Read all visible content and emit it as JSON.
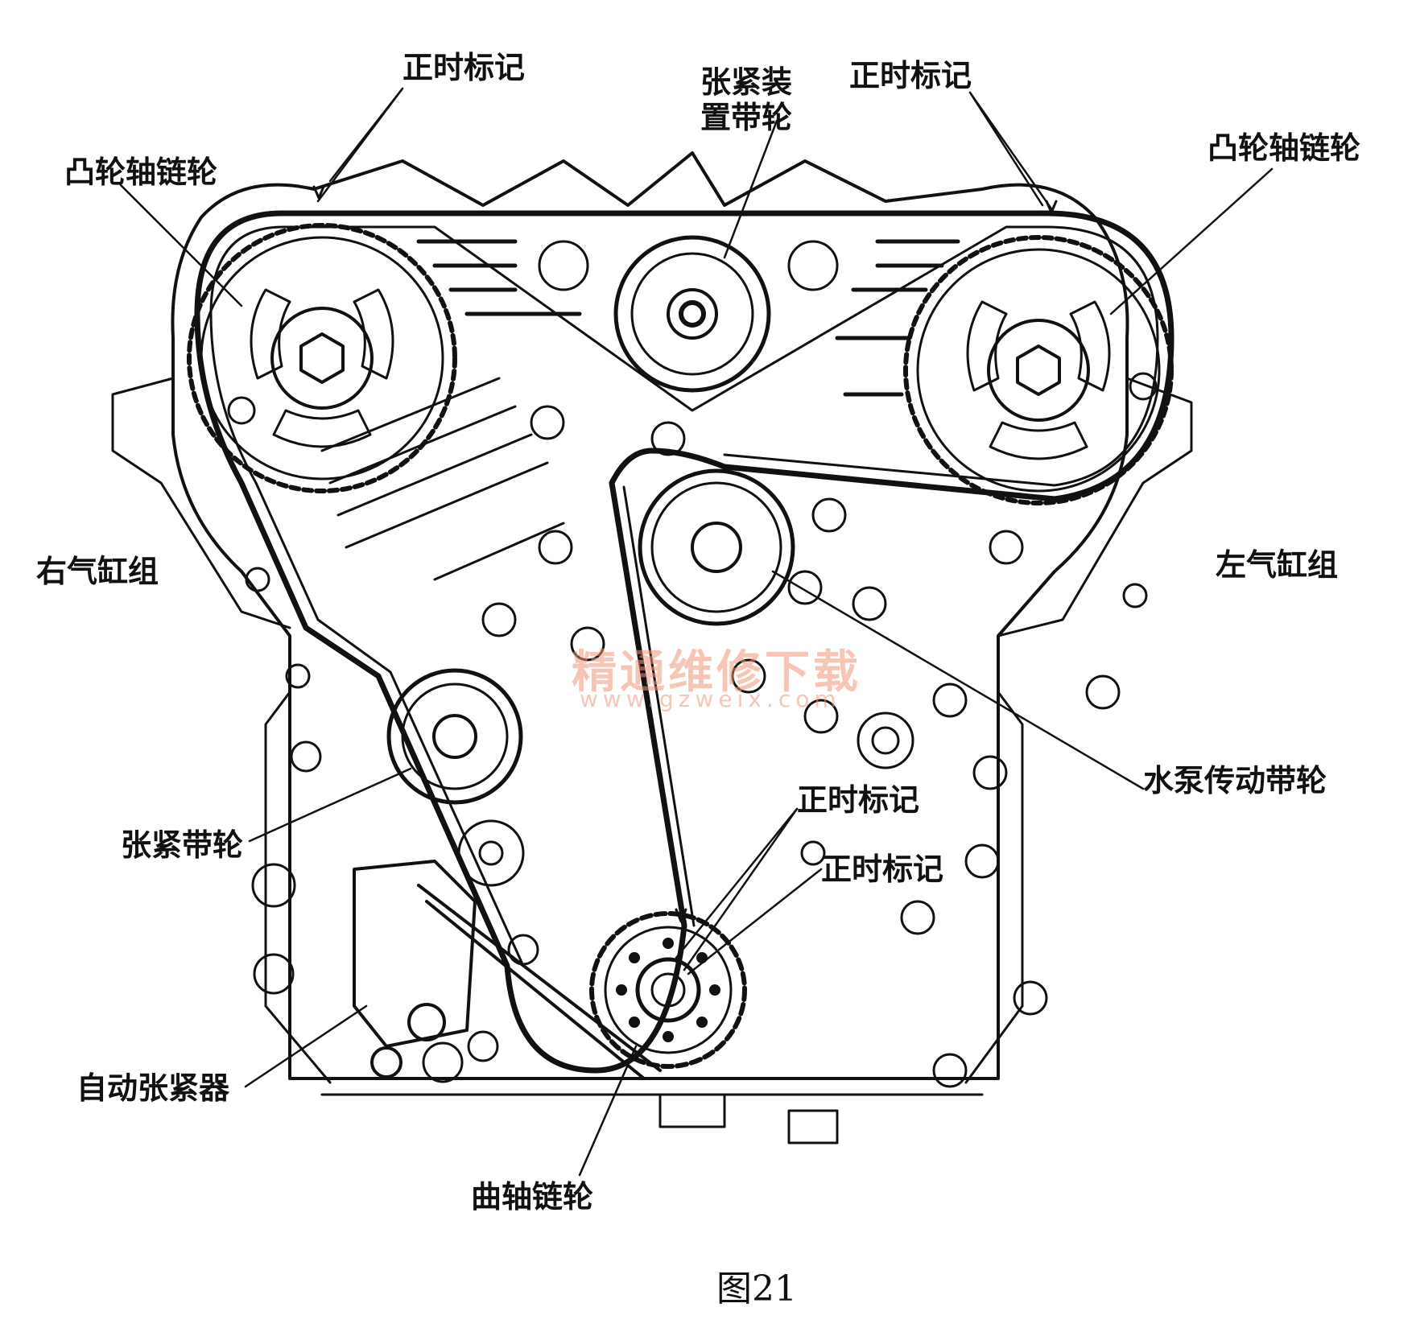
{
  "labels": {
    "timing_mark_top_left": "正时标记",
    "tensioner_device_pulley": "张紧装\n置带轮",
    "timing_mark_top_right": "正时标记",
    "camshaft_sprocket_left": "凸轮轴链轮",
    "camshaft_sprocket_right": "凸轮轴链轮",
    "right_cylinder_bank": "右气缸组",
    "left_cylinder_bank": "左气缸组",
    "water_pump_pulley": "水泵传动带轮",
    "timing_mark_mid_upper": "正时标记",
    "timing_mark_mid_lower": "正时标记",
    "tension_pulley": "张紧带轮",
    "auto_tensioner": "自动张紧器",
    "crankshaft_sprocket": "曲轴链轮"
  },
  "caption": "图21",
  "watermark": {
    "text": "精通维修下载",
    "url": "www.gzweix.com"
  },
  "colors": {
    "ink": "#111111",
    "watermark": "#f0a080"
  }
}
